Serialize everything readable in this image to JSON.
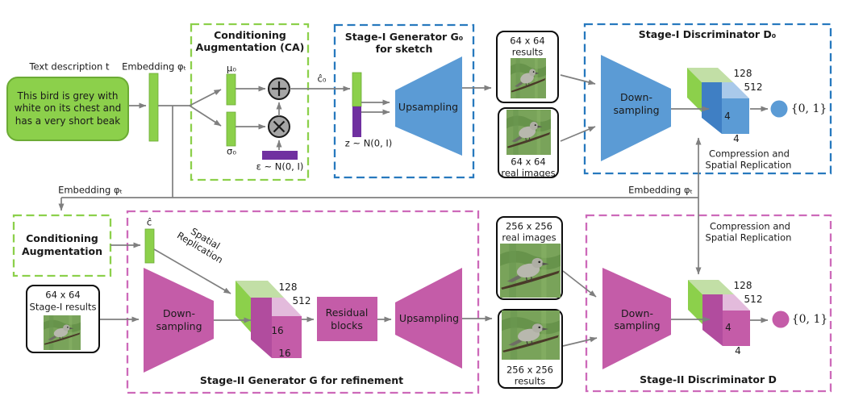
{
  "figure": {
    "row1": {
      "text_description_label": "Text description t",
      "text_description_body": "This bird is grey with white on its chest and has a very short beak",
      "embedding_label": "Embedding φₜ",
      "ca_box": {
        "title1": "Conditioning",
        "title2": "Augmentation (CA)",
        "mu": "μ₀",
        "sigma": "σ₀",
        "epsilon": "ε ~ N(0, I)",
        "c_hat0": "ĉ₀"
      },
      "generator": {
        "title1": "Stage-I Generator G₀",
        "title2": "for sketch",
        "z": "z ~ N(0, I)",
        "upsampling": "Upsampling"
      },
      "results_box": {
        "l1": "64 x 64",
        "l2": "results"
      },
      "real_box": {
        "l1": "64 x 64",
        "l2": "real images"
      },
      "discriminator": {
        "title": "Stage-I Discriminator D₀",
        "down1": "Down-",
        "down2": "sampling",
        "c128": "128",
        "c512": "512",
        "h4": "4",
        "w4": "4",
        "comp1": "Compression and",
        "comp2": "Spatial Replication",
        "output": "{0, 1}"
      }
    },
    "row2": {
      "embedding_left": "Embedding φₜ",
      "embedding_right": "Embedding φₜ",
      "ca_box": {
        "title1": "Conditioning",
        "title2": "Augmentation",
        "c_hat": "ĉ"
      },
      "stage1_results_box": {
        "l1": "64 x 64",
        "l2": "Stage-I results"
      },
      "generator": {
        "spatial1": "Spatial",
        "spatial2": "Replication",
        "down1": "Down-",
        "down2": "sampling",
        "c128": "128",
        "c512": "512",
        "h16": "16",
        "w16": "16",
        "residual1": "Residual",
        "residual2": "blocks",
        "upsampling": "Upsampling",
        "title": "Stage-II Generator G for refinement"
      },
      "real_box": {
        "l1": "256 x 256",
        "l2": "real images"
      },
      "results_box": {
        "l1": "256 x 256",
        "l2": "results"
      },
      "discriminator": {
        "title": "Stage-II Discriminator D",
        "down1": "Down-",
        "down2": "sampling",
        "c128": "128",
        "c512": "512",
        "h4": "4",
        "w4": "4",
        "comp1": "Compression and",
        "comp2": "Spatial Replication",
        "output": "{0, 1}"
      }
    },
    "colors": {
      "green": "#8CD04B",
      "green_dark": "#6CAB35",
      "light_green": "#C2DFA6",
      "blue": "#5B9BD5",
      "blue_dark": "#3F7FC4",
      "blue_light": "#A9C9EA",
      "blue_dash": "#2779BE",
      "magenta": "#C45CA8",
      "magenta_dark": "#B14C9E",
      "magenta_light": "#E3BBDC",
      "magenta_dash": "#CD6ABA",
      "purple": "#7030A0",
      "line_gray": "#7F7F7F"
    }
  }
}
